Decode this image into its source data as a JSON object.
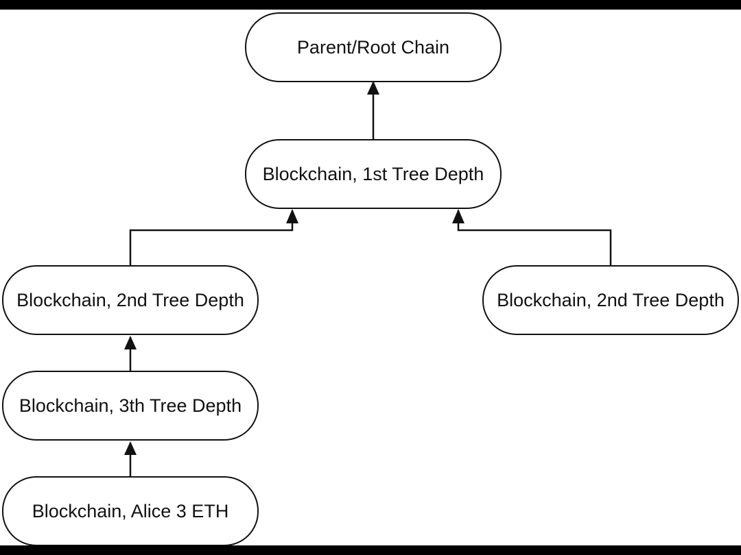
{
  "diagram": {
    "nodes": {
      "root": "Parent/Root Chain",
      "depth1": "Blockchain, 1st Tree Depth",
      "depth2_left": "Blockchain, 2nd Tree Depth",
      "depth2_right": "Blockchain, 2nd Tree Depth",
      "depth3": "Blockchain, 3th Tree Depth",
      "leaf": "Blockchain, Alice 3 ETH"
    },
    "edges": [
      {
        "from": "depth1",
        "to": "root"
      },
      {
        "from": "depth2_left",
        "to": "depth1"
      },
      {
        "from": "depth2_right",
        "to": "depth1"
      },
      {
        "from": "depth3",
        "to": "depth2_left"
      },
      {
        "from": "leaf",
        "to": "depth3"
      }
    ],
    "colors": {
      "background": "#ffffff",
      "frame": "#000000",
      "stroke": "#111111",
      "text": "#111111"
    }
  }
}
